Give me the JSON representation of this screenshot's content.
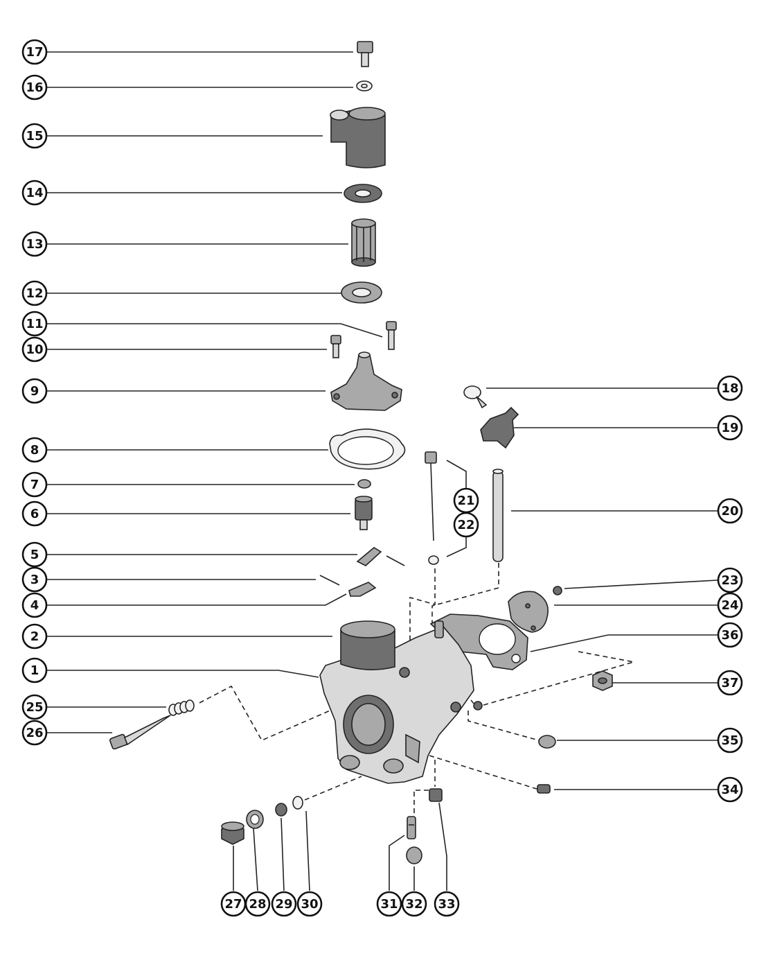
{
  "callouts": [
    {
      "id": "17",
      "label": "17"
    },
    {
      "id": "16",
      "label": "16"
    },
    {
      "id": "15",
      "label": "15"
    },
    {
      "id": "14",
      "label": "14"
    },
    {
      "id": "13",
      "label": "13"
    },
    {
      "id": "12",
      "label": "12"
    },
    {
      "id": "11",
      "label": "11"
    },
    {
      "id": "10",
      "label": "10"
    },
    {
      "id": "9",
      "label": "9"
    },
    {
      "id": "8",
      "label": "8"
    },
    {
      "id": "7",
      "label": "7"
    },
    {
      "id": "6",
      "label": "6"
    },
    {
      "id": "5",
      "label": "5"
    },
    {
      "id": "3",
      "label": "3"
    },
    {
      "id": "4",
      "label": "4"
    },
    {
      "id": "2",
      "label": "2"
    },
    {
      "id": "1",
      "label": "1"
    },
    {
      "id": "25",
      "label": "25"
    },
    {
      "id": "26",
      "label": "26"
    },
    {
      "id": "18",
      "label": "18"
    },
    {
      "id": "19",
      "label": "19"
    },
    {
      "id": "21",
      "label": "21"
    },
    {
      "id": "22",
      "label": "22"
    },
    {
      "id": "20",
      "label": "20"
    },
    {
      "id": "23",
      "label": "23"
    },
    {
      "id": "24",
      "label": "24"
    },
    {
      "id": "36",
      "label": "36"
    },
    {
      "id": "37",
      "label": "37"
    },
    {
      "id": "35",
      "label": "35"
    },
    {
      "id": "34",
      "label": "34"
    },
    {
      "id": "27",
      "label": "27"
    },
    {
      "id": "28",
      "label": "28"
    },
    {
      "id": "29",
      "label": "29"
    },
    {
      "id": "30",
      "label": "30"
    },
    {
      "id": "31",
      "label": "31"
    },
    {
      "id": "32",
      "label": "32"
    },
    {
      "id": "33",
      "label": "33"
    }
  ]
}
